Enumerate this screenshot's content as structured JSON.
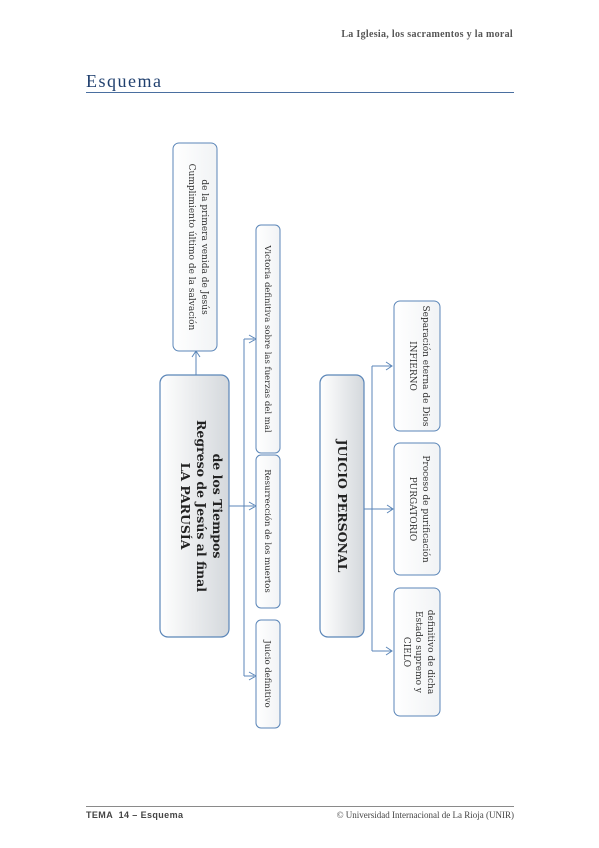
{
  "header": {
    "running_title": "La Iglesia, los sacramentos y la moral"
  },
  "section": {
    "title": "Esquema"
  },
  "diagram": {
    "parusia": {
      "title": "LA PARUSÍA",
      "subtitle_line1": "Regreso de Jesús al final",
      "subtitle_line2": "de los Tiempos"
    },
    "cumplimiento": {
      "line1": "Cumplimiento último de la salvación",
      "line2": "de la primera venida de Jesús"
    },
    "juicio_definitivo": "Juicio definitivo",
    "resurreccion": "Resurrección de los muertos",
    "victoria": "Victoria definitiva sobre las fuerzas del mal",
    "juicio_personal": "JUICIO PERSONAL",
    "cielo": {
      "title": "CIELO",
      "line1": "Estado supremo y",
      "line2": "definitivo de dicha"
    },
    "purgatorio": {
      "title": "PURGATORIO",
      "line1": "Proceso de purificación"
    },
    "infierno": {
      "title": "INFIERNO",
      "line1": "Separación eterna de Dios"
    }
  },
  "footer": {
    "left": "TEMA  14 – Esquema",
    "right": "© Universidad Internacional de La Rioja (UNIR)"
  }
}
